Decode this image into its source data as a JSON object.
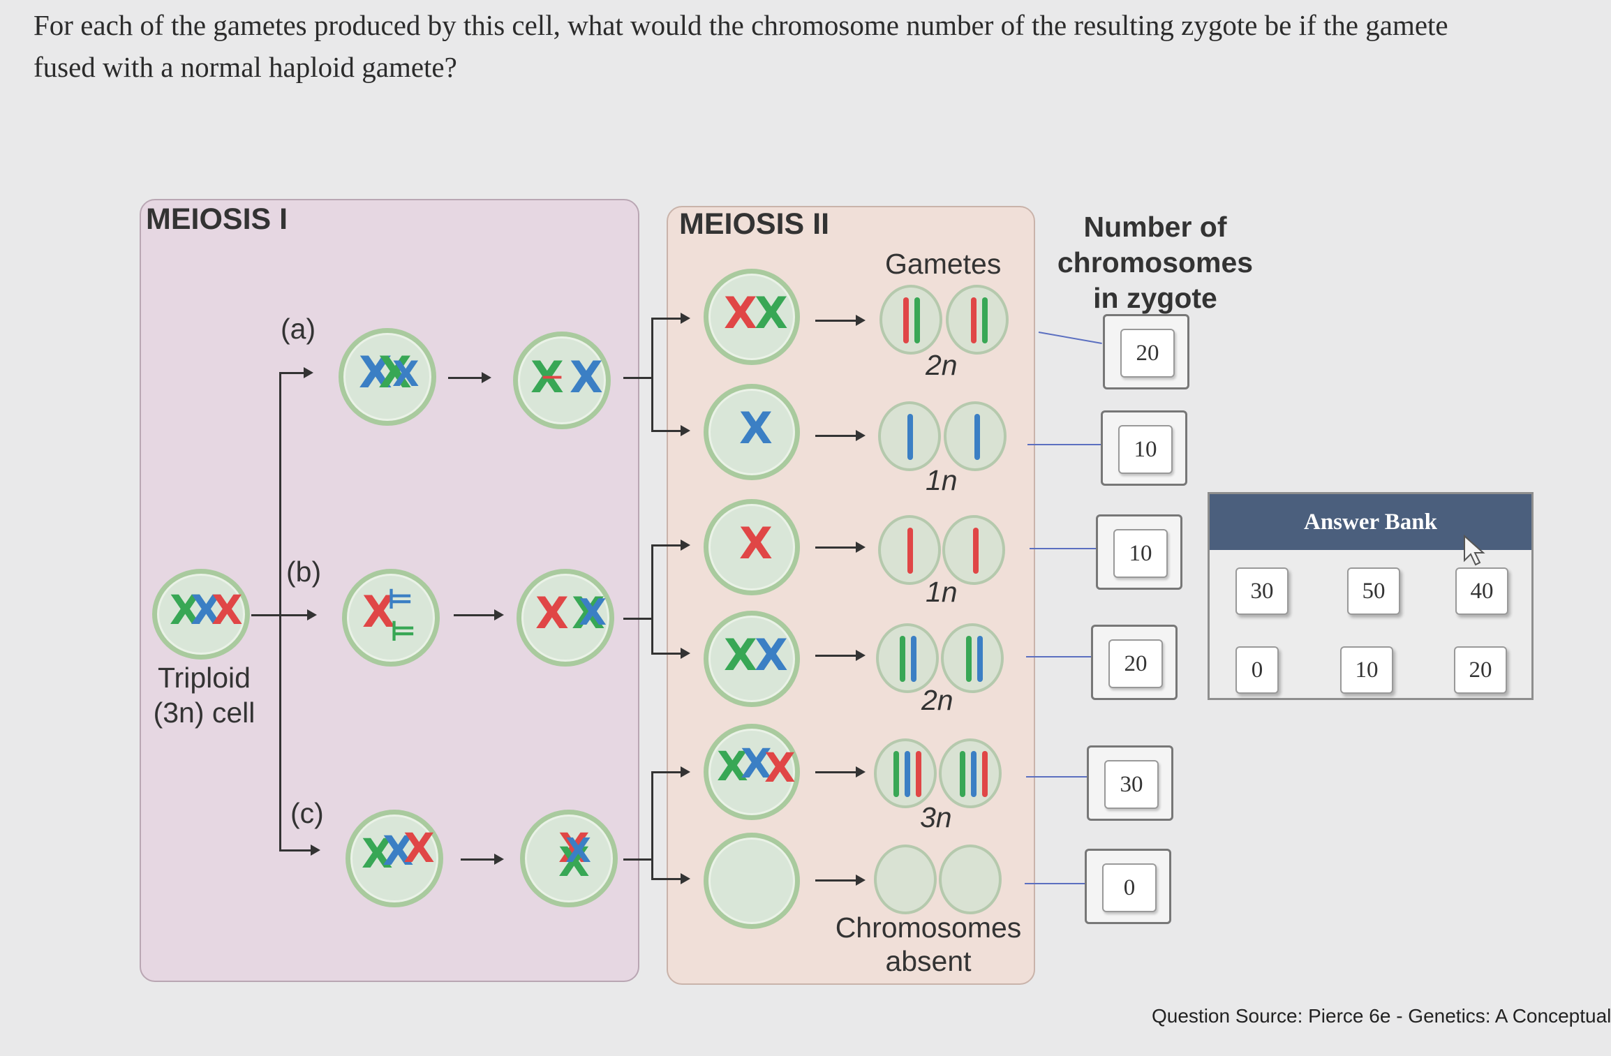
{
  "question": "For each of the gametes produced by this cell, what would the chromosome number of the resulting zygote be if the gamete fused with a normal haploid gamete?",
  "diagram": {
    "meiosis1_title": "MEIOSIS I",
    "meiosis2_title": "MEIOSIS II",
    "label_a": "(a)",
    "label_b": "(b)",
    "label_c": "(c)",
    "triploid_line1": "Triploid",
    "triploid_line2": "(3n) cell",
    "gametes_title": "Gametes",
    "ploidy": [
      "2n",
      "1n",
      "1n",
      "2n",
      "3n"
    ],
    "absent_line1": "Chromosomes",
    "absent_line2": "absent",
    "zygote_title_line1": "Number of",
    "zygote_title_line2": "chromosomes",
    "zygote_title_line3": "in zygote"
  },
  "zygote_answers": [
    "20",
    "10",
    "10",
    "20",
    "30",
    "0"
  ],
  "answer_bank": {
    "title": "Answer Bank",
    "tiles": [
      "30",
      "50",
      "40",
      "0",
      "10",
      "20"
    ]
  },
  "source": "Question Source: Pierce 6e - Genetics: A Conceptual"
}
